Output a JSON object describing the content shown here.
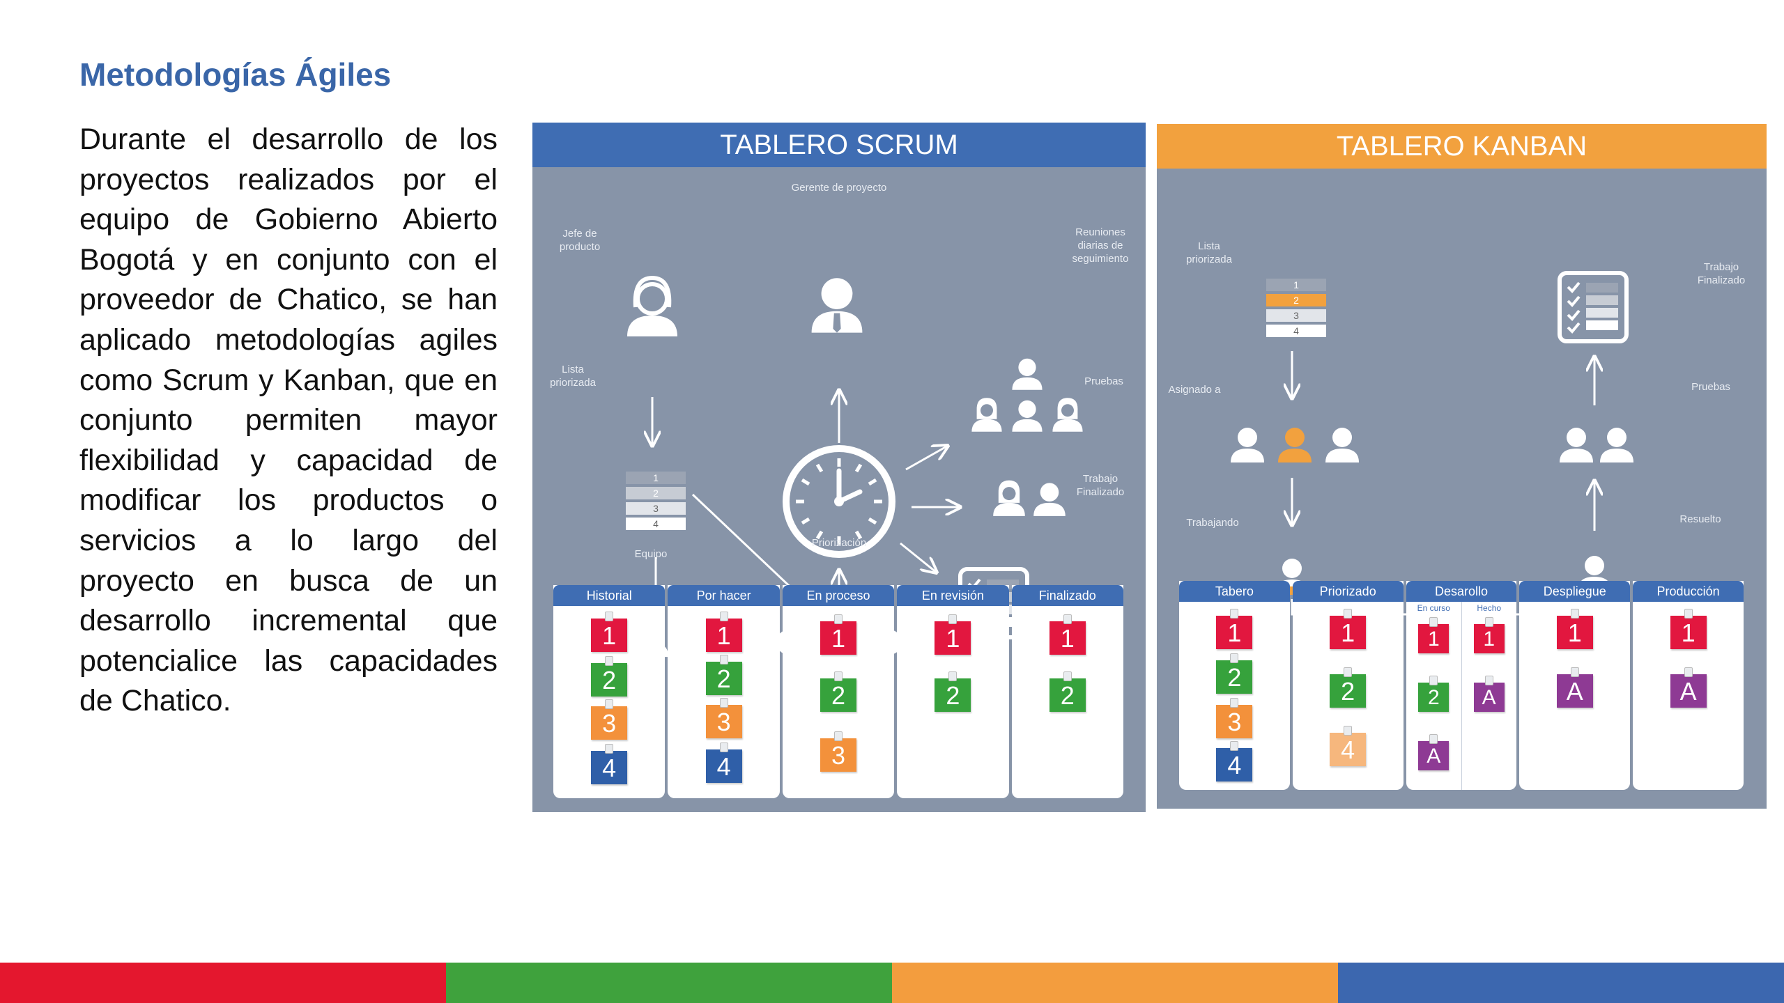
{
  "slide": {
    "title": "Metodologías Ágiles",
    "body": "Durante el desarrollo de los proyectos realizados por el equipo de Gobierno Abierto Bogotá y en conjunto con el proveedor de Chatico, se han aplicado metodologías agiles como Scrum y Kanban, que en conjunto permiten mayor flexibilidad y capacidad de modificar los productos o servicios a lo largo del proyecto en busca de un desarrollo incremental que potencialice las capacidades de Chatico."
  },
  "scrum": {
    "title": "TABLERO SCRUM",
    "labels": {
      "product_owner": "Jefe de producto",
      "project_manager": "Gerente de proyecto",
      "daily_meetings": "Reuniones diarias de seguimiento",
      "priority_list": "Lista priorizada",
      "tests": "Pruebas",
      "work_done": "Trabajo Finalizado",
      "team": "Equipo",
      "prioritization": "Priorización"
    },
    "list_numbers": [
      "1",
      "2",
      "3",
      "4"
    ],
    "columns": [
      {
        "label": "Historial",
        "notes": [
          "1",
          "2",
          "3",
          "4"
        ]
      },
      {
        "label": "Por hacer",
        "notes": [
          "1",
          "2",
          "3",
          "4"
        ]
      },
      {
        "label": "En proceso",
        "notes": [
          "1",
          "2",
          "3"
        ]
      },
      {
        "label": "En revisión",
        "notes": [
          "1",
          "2"
        ]
      },
      {
        "label": "Finalizado",
        "notes": [
          "1",
          "2"
        ]
      }
    ]
  },
  "kanban": {
    "title": "TABLERO KANBAN",
    "labels": {
      "priority_list": "Lista priorizada",
      "work_done": "Trabajo Finalizado",
      "assigned": "Asignado a",
      "tests": "Pruebas",
      "working": "Trabajando",
      "resolved": "Resuelto"
    },
    "list_numbers": [
      "1",
      "2",
      "3",
      "4"
    ],
    "columns": [
      {
        "label": "Tabero",
        "notes": [
          "1",
          "2",
          "3",
          "4"
        ]
      },
      {
        "label": "Priorizado",
        "notes": [
          "1",
          "2",
          "4"
        ]
      },
      {
        "label": "Desarollo",
        "sub": [
          "En curso",
          "Hecho"
        ],
        "notes_left": [
          "1",
          "2",
          "A"
        ],
        "notes_right": [
          "1",
          "A"
        ]
      },
      {
        "label": "Despliegue",
        "notes": [
          "1",
          "A"
        ]
      },
      {
        "label": "Producción",
        "notes": [
          "1",
          "A"
        ]
      }
    ]
  },
  "colors": {
    "title_blue": "#3a66a8",
    "scrum_header": "#3f6db3",
    "kanban_header": "#f2a13e",
    "panel_bg": "#8794a8",
    "footer": [
      "#e4172e",
      "#3fa23d",
      "#f39d3e",
      "#3c67af"
    ]
  }
}
